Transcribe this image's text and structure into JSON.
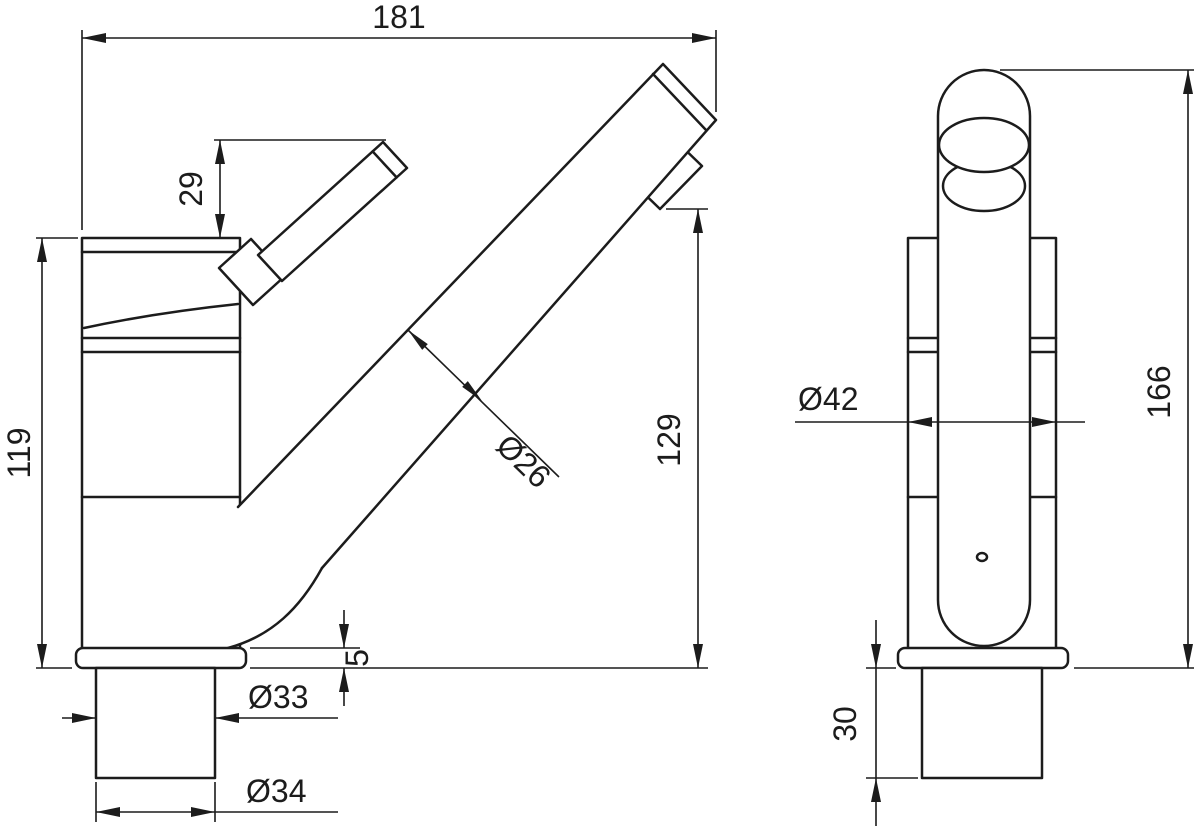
{
  "drawing": {
    "dims": {
      "overall_width": "181",
      "handle_offset": "29",
      "body_height": "119",
      "spout_diameter": "Ø26",
      "outlet_height": "129",
      "plate_thickness": "5",
      "collar_diameter": "Ø33",
      "shank_diameter": "Ø34",
      "front_body_diameter": "Ø42",
      "overall_height": "166",
      "shank_length": "30"
    },
    "colors": {
      "line": "#1c1c1c",
      "background": "#ffffff"
    }
  }
}
